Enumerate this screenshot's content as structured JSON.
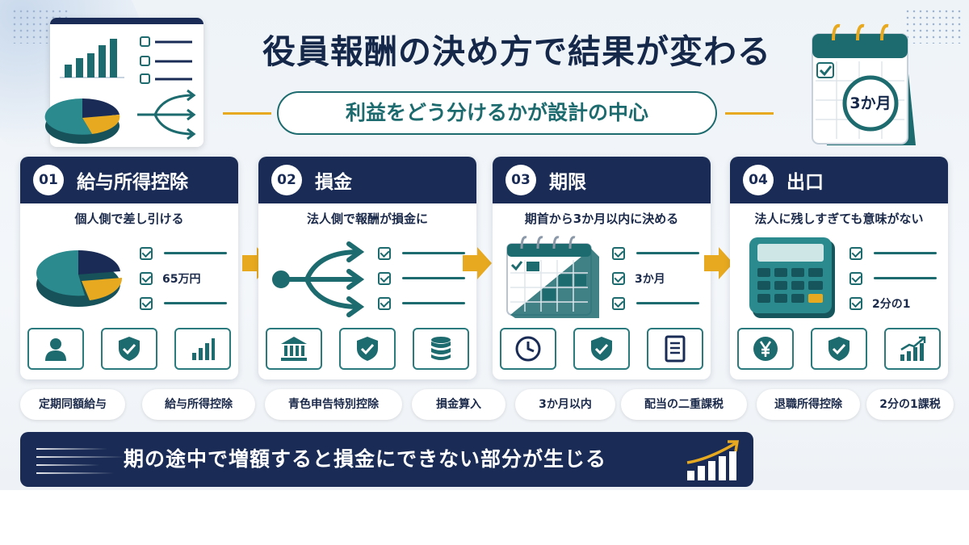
{
  "header": {
    "title": "役員報酬の決め方で結果が変わる",
    "subtitle": "利益をどう分けるかが設計の中心",
    "calendar_badge": "3か月"
  },
  "cards": [
    {
      "number": "01",
      "title": "給与所得控除",
      "description": "個人側で差し引ける",
      "check_text": "65万円",
      "icons": [
        "person-icon",
        "shield-check-icon",
        "bar-chart-icon"
      ]
    },
    {
      "number": "02",
      "title": "損金",
      "description": "法人側で報酬が損金に",
      "check_text": "",
      "icons": [
        "bank-icon",
        "shield-check-icon",
        "database-icon"
      ]
    },
    {
      "number": "03",
      "title": "期限",
      "description": "期首から3か月以内に決める",
      "check_text": "3か月",
      "icons": [
        "clock-icon",
        "shield-check-icon",
        "document-icon"
      ]
    },
    {
      "number": "04",
      "title": "出口",
      "description": "法人に残しすぎても意味がない",
      "check_text": "2分の1",
      "icons": [
        "yen-icon",
        "shield-check-icon",
        "growth-chart-icon"
      ]
    }
  ],
  "tags": [
    "定期同額給与",
    "給与所得控除",
    "青色申告特別控除",
    "損金算入",
    "3か月以内",
    "配当の二重課税",
    "退職所得控除",
    "2分の1課税"
  ],
  "banner": {
    "text": "期の途中で増額すると損金にできない部分が生じる"
  },
  "colors": {
    "navy": "#1a2c55",
    "teal": "#1d6b6e",
    "gold": "#e7a91f",
    "background": "#eef3f8"
  }
}
